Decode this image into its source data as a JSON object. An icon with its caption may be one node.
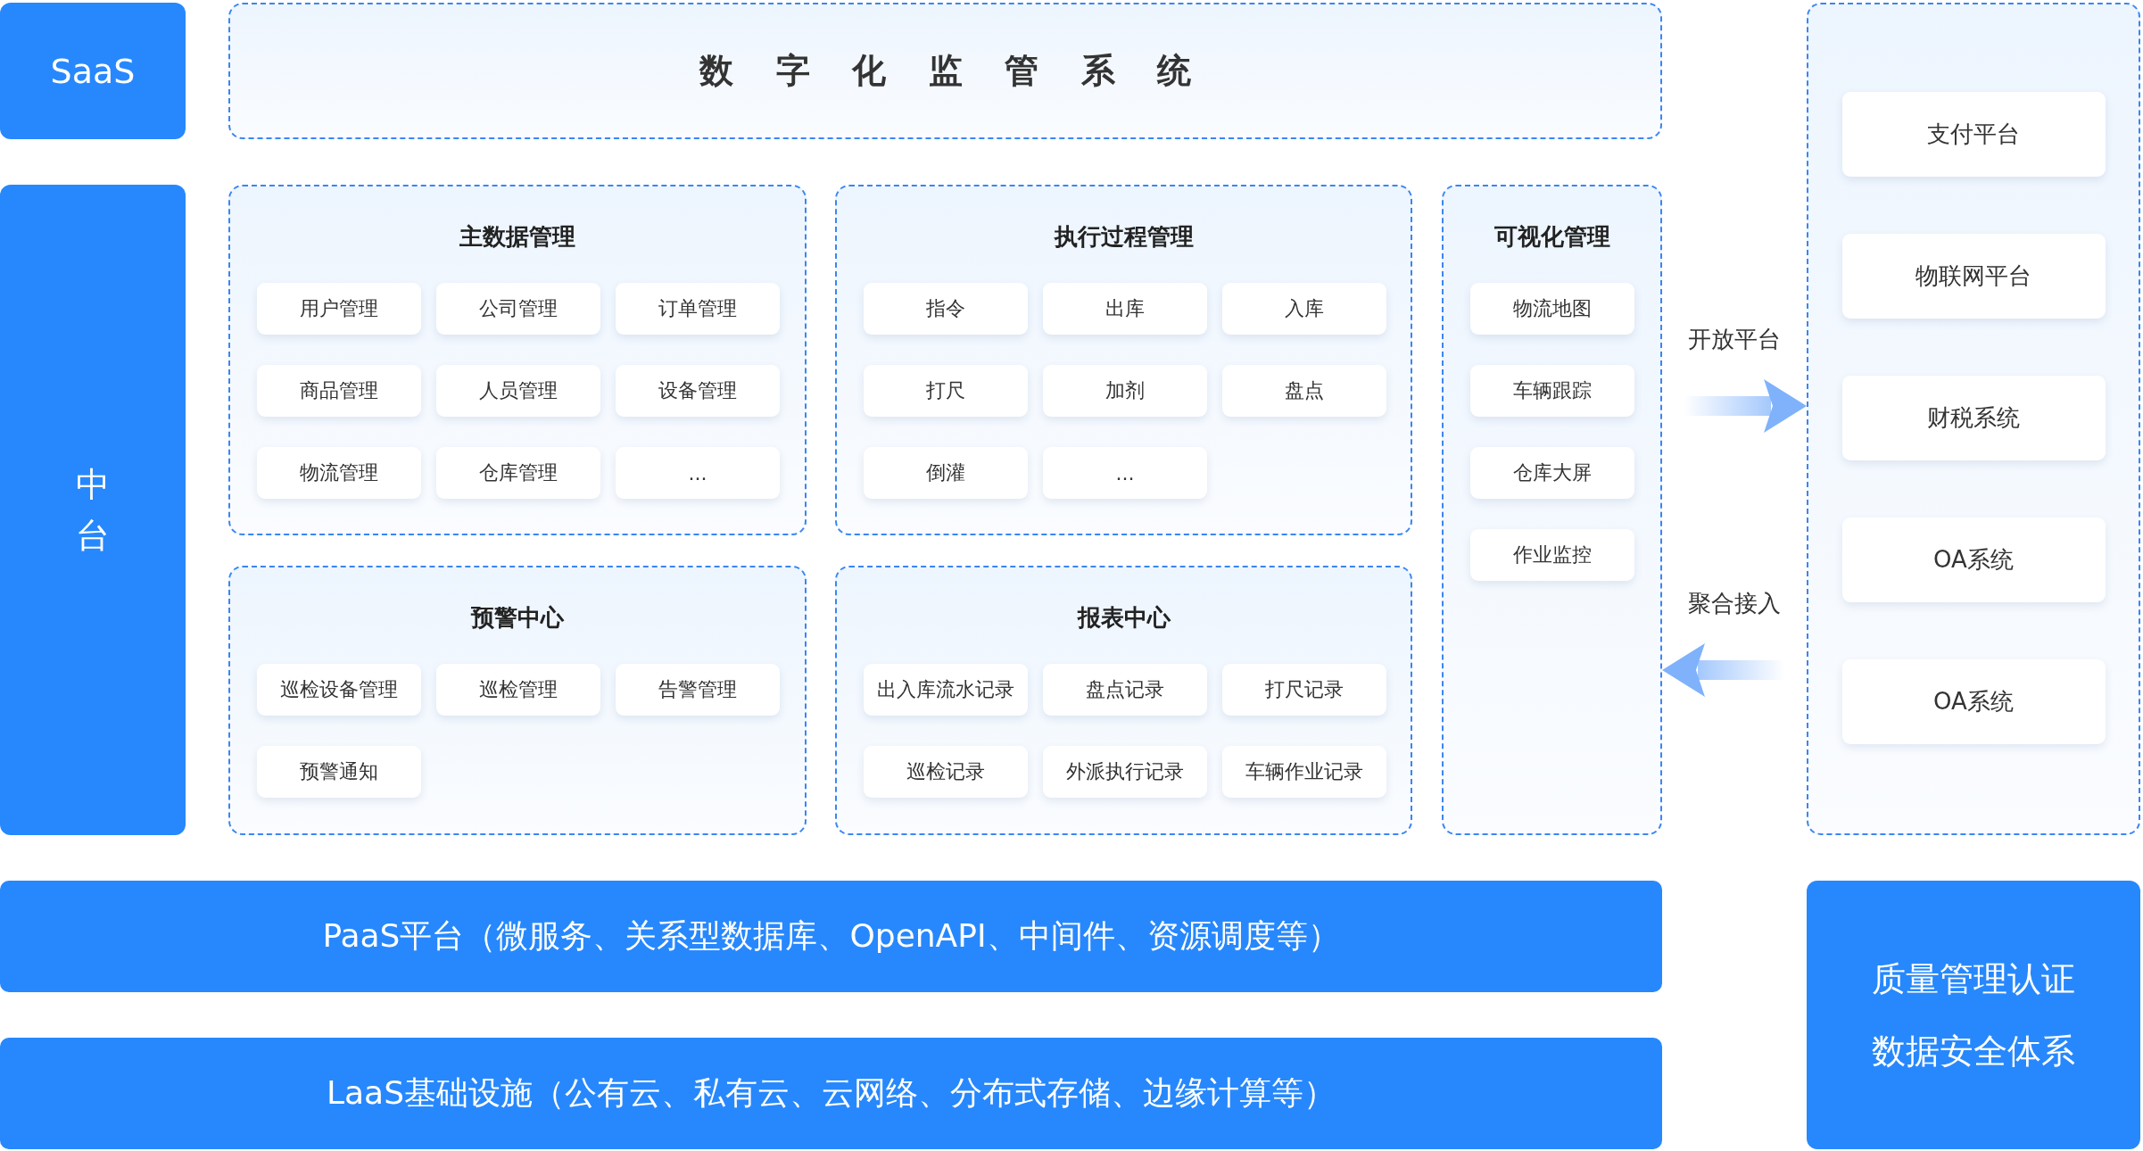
{
  "diagram": {
    "nodes": [
      {
        "text": [
          "SaaS"
        ]
      },
      {
        "text": [
          "数字化监管系统"
        ]
      },
      {
        "text": [
          "中台"
        ]
      },
      {
        "text": [
          "主数据管理"
        ]
      },
      {
        "text": [
          "用户管理"
        ],
        "in": 3
      },
      {
        "text": [
          "公司管理"
        ],
        "in": 3
      },
      {
        "text": [
          "订单管理"
        ],
        "in": 3
      },
      {
        "text": [
          "商品管理"
        ],
        "in": 3
      },
      {
        "text": [
          "人员管理"
        ],
        "in": 3
      },
      {
        "text": [
          "设备管理"
        ],
        "in": 3
      },
      {
        "text": [
          "物流管理"
        ],
        "in": 3
      },
      {
        "text": [
          "仓库管理"
        ],
        "in": 3
      },
      {
        "text": [
          "..."
        ],
        "in": 3
      },
      {
        "text": [
          "执行过程管理"
        ]
      },
      {
        "text": [
          "指令"
        ],
        "in": 13
      },
      {
        "text": [
          "出库"
        ],
        "in": 13
      },
      {
        "text": [
          "入库"
        ],
        "in": 13
      },
      {
        "text": [
          "打尺"
        ],
        "in": 13
      },
      {
        "text": [
          "加剂"
        ],
        "in": 13
      },
      {
        "text": [
          "盘点"
        ],
        "in": 13
      },
      {
        "text": [
          "倒灌"
        ],
        "in": 13
      },
      {
        "text": [
          "..."
        ],
        "in": 13
      },
      {
        "text": [
          "可视化管理"
        ]
      },
      {
        "text": [
          "物流地图"
        ],
        "in": 22
      },
      {
        "text": [
          "车辆跟踪"
        ],
        "in": 22
      },
      {
        "text": [
          "仓库大屏"
        ],
        "in": 22
      },
      {
        "text": [
          "作业监控"
        ],
        "in": 22
      },
      {
        "text": [
          "预警中心"
        ]
      },
      {
        "text": [
          "巡检设备管理"
        ],
        "in": 27
      },
      {
        "text": [
          "巡检管理"
        ],
        "in": 27
      },
      {
        "text": [
          "告警管理"
        ],
        "in": 27
      },
      {
        "text": [
          "预警通知"
        ],
        "in": 27
      },
      {
        "text": [
          "报表中心"
        ]
      },
      {
        "text": [
          "出入库流水记录"
        ],
        "in": 32
      },
      {
        "text": [
          "盘点记录"
        ],
        "in": 32
      },
      {
        "text": [
          "打尺记录"
        ],
        "in": 32
      },
      {
        "text": [
          "巡检记录"
        ],
        "in": 32
      },
      {
        "text": [
          "外派执行记录"
        ],
        "in": 32
      },
      {
        "text": [
          "车辆作业记录"
        ],
        "in": 32
      },
      {
        "text": [],
        "shape": "box"
      },
      {
        "text": [
          "支付平台"
        ],
        "in": 39
      },
      {
        "text": [
          "物联网平台"
        ],
        "in": 39
      },
      {
        "text": [
          "财税系统"
        ],
        "in": 39
      },
      {
        "text": [
          "OA系统"
        ],
        "in": 39
      },
      {
        "text": [
          "OA系统"
        ],
        "in": 39
      },
      {
        "text": [
          "PaaS平台（微服务、关系型数据库、OpenAPI、中间件、资源调度等）"
        ]
      },
      {
        "text": [
          "LaaS基础设施（公有云、私有云、云网络、分布式存储、边缘计算等）"
        ]
      },
      {
        "text": [
          "质量管理认证",
          "数据安全体系"
        ]
      }
    ],
    "edges": [
      {
        "from": 22,
        "to": 39,
        "arrow": "to",
        "label": "开放平台"
      },
      {
        "from": 39,
        "to": 22,
        "arrow": "to",
        "label": "聚合接入"
      }
    ]
  }
}
